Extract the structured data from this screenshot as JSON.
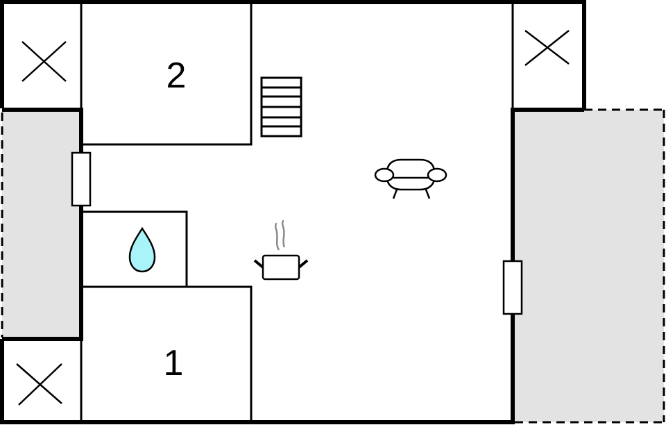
{
  "floorplan": {
    "rooms": [
      {
        "id": "bedroom-2",
        "label": "2"
      },
      {
        "id": "bedroom-1",
        "label": "1"
      }
    ],
    "icons": {
      "bathroom": "water-drop-icon",
      "kitchen": "cooking-pot-icon",
      "living": "sofa-icon",
      "stairs": "stairs-icon",
      "voids": "cross-void-icon",
      "windows": "window-icon"
    },
    "areas": {
      "terrace_left": "terrace",
      "terrace_right": "terrace"
    },
    "colors": {
      "wall": "#000000",
      "terrace_fill": "#e3e3e3",
      "water_drop": "#a8f4f8",
      "steam": "#8a8a8a",
      "background": "#ffffff"
    }
  }
}
